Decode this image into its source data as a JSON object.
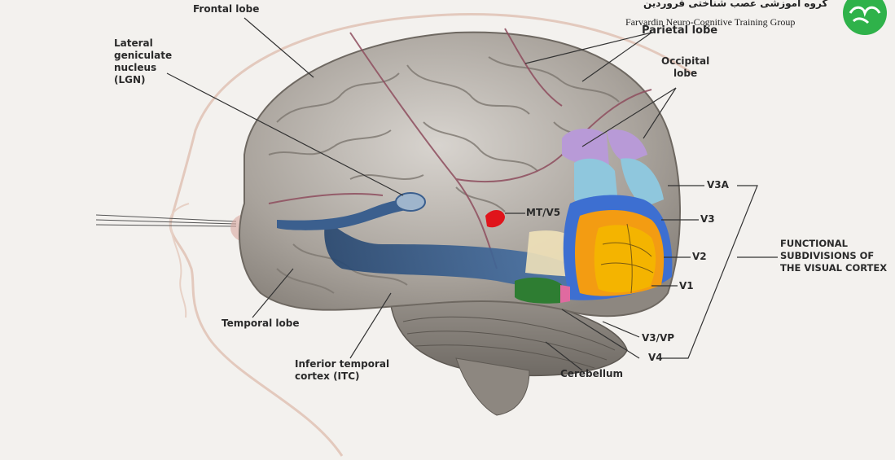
{
  "watermark": {
    "title_fa": "گروه آموزشی عصب شناختی فروردین",
    "title_en": "Farvardin Neuro-Cognitive Training Group",
    "logo_icon": "brain-logo-icon",
    "logo_color": "#2fb24a"
  },
  "labels": {
    "frontal_lobe": "Frontal lobe",
    "lgn": "Lateral\ngeniculate\nnucleus\n(LGN)",
    "parietal_lobe": "Parietal lobe",
    "occipital_lobe": "Occipital\nlobe",
    "mt_v5": "MT/V5",
    "v3a": "V3A",
    "v3": "V3",
    "v2": "V2",
    "v1": "V1",
    "v3vp": "V3/VP",
    "v4": "V4",
    "functional": "FUNCTIONAL\nSUBDIVISIONS OF\nTHE VISUAL CORTEX",
    "temporal_lobe": "Temporal lobe",
    "itc": "Inferior temporal\ncortex (ITC)",
    "cerebellum": "Cerebellum"
  },
  "colors": {
    "brain": "#b9b4ad",
    "visual_pathway": "#3b5f8e",
    "mt_v5": "#e0141b",
    "v1": "#f4b400",
    "v2": "#f39c12",
    "v3": "#3d6fd1",
    "v3a": "#8fc7dd",
    "v3vp": "#b89ad7",
    "v4": "#2e7d32",
    "itc_region": "#efe1b8"
  }
}
